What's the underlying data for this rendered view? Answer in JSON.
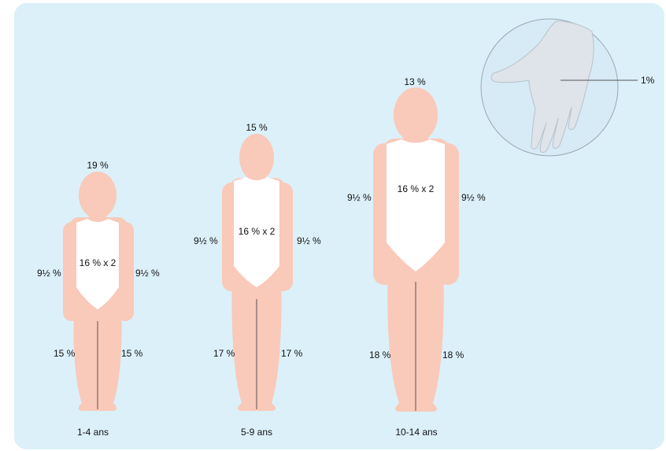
{
  "colors": {
    "background": "#dcf0f9",
    "body": "#f9c9b9",
    "torso": "#ffffff",
    "hand": "#dfe4ea",
    "lines": "#555555"
  },
  "figures": [
    {
      "age": "1-4 ans",
      "head": "19 %",
      "torso": "16 % x 2",
      "arm_left": "9½ %",
      "arm_right": "9½ %",
      "leg_left": "15 %",
      "leg_right": "15 %"
    },
    {
      "age": "5-9 ans",
      "head": "15 %",
      "torso": "16 % x 2",
      "arm_left": "9½ %",
      "arm_right": "9½ %",
      "leg_left": "17 %",
      "leg_right": "17 %"
    },
    {
      "age": "10-14 ans",
      "head": "13 %",
      "torso": "16 % x 2",
      "arm_left": "9½ %",
      "arm_right": "9½ %",
      "leg_left": "18 %",
      "leg_right": "18 %"
    }
  ],
  "hand": {
    "label": "1%"
  }
}
